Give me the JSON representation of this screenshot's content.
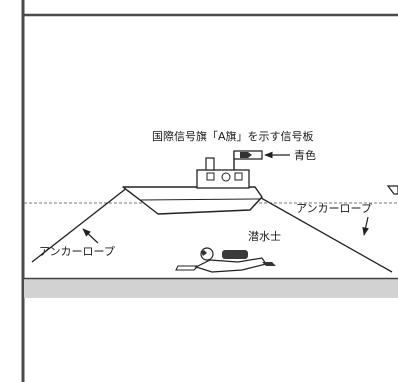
{
  "diagram": {
    "signal_board_label": "国際信号旗「A旗」を示す信号板",
    "flag_color_label": "青色",
    "anchor_rope_label_left": "アンカーロープ",
    "anchor_rope_label_right": "アンカーロープ",
    "diver_label": "潜水士"
  }
}
